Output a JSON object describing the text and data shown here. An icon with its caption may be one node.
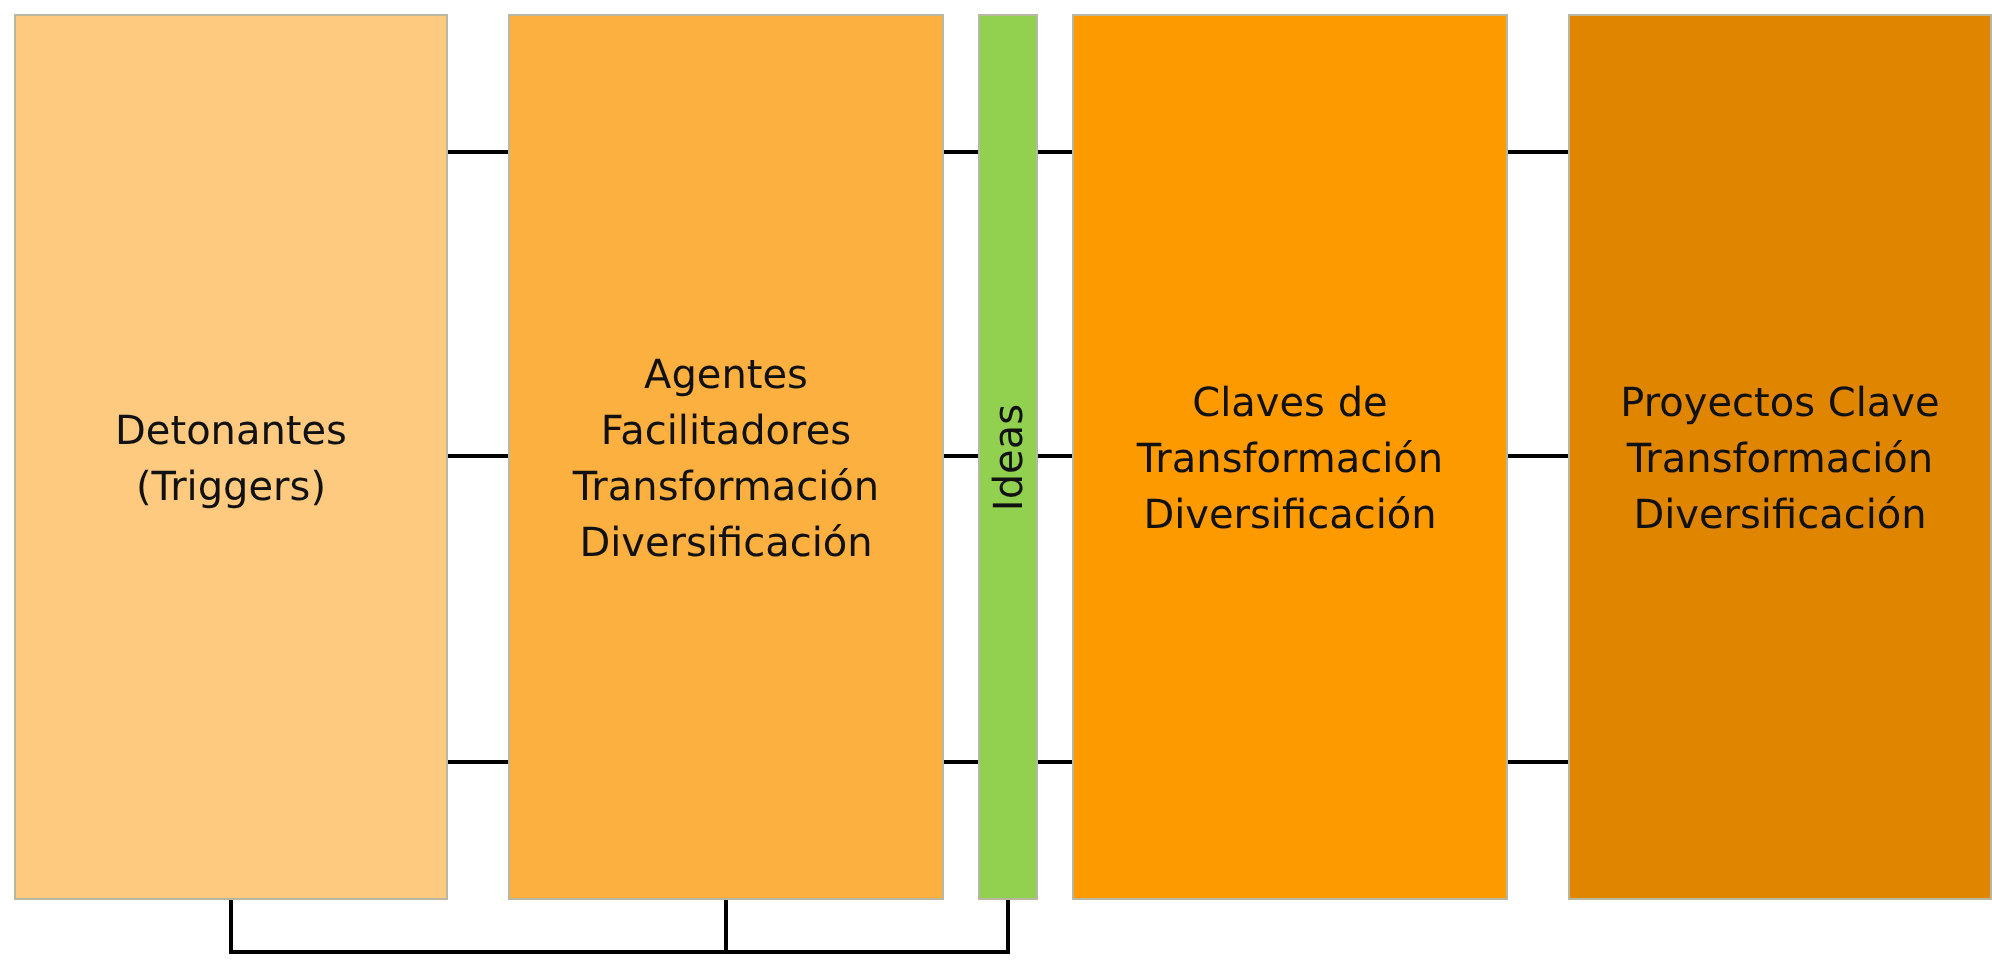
{
  "diagram": {
    "nodes": [
      {
        "text": [
          "Detonantes (Triggers)"
        ]
      },
      {
        "text": [
          "Agentes Facilitadores Transformación Diversificación"
        ]
      },
      {
        "text": [
          "Ideas"
        ]
      },
      {
        "text": [
          "Claves de Transformación Diversificación"
        ]
      },
      {
        "text": [
          "Proyectos Clave Transformación Diversificación"
        ]
      }
    ],
    "edges": [
      {
        "from": 0,
        "to": 1,
        "arrow": "none"
      },
      {
        "from": 0,
        "to": 1,
        "arrow": "none"
      },
      {
        "from": 0,
        "to": 1,
        "arrow": "none"
      },
      {
        "from": 1,
        "to": 2,
        "arrow": "none"
      },
      {
        "from": 1,
        "to": 2,
        "arrow": "none"
      },
      {
        "from": 1,
        "to": 2,
        "arrow": "none"
      },
      {
        "from": 2,
        "to": 3,
        "arrow": "none"
      },
      {
        "from": 2,
        "to": 3,
        "arrow": "none"
      },
      {
        "from": 2,
        "to": 3,
        "arrow": "none"
      },
      {
        "from": 3,
        "to": 4,
        "arrow": "none"
      },
      {
        "from": 3,
        "to": 4,
        "arrow": "none"
      },
      {
        "from": 3,
        "to": 4,
        "arrow": "none"
      },
      {
        "from": 0,
        "to": 2,
        "arrow": "none"
      },
      {
        "from": 1,
        "to": 2,
        "arrow": "none"
      }
    ]
  }
}
